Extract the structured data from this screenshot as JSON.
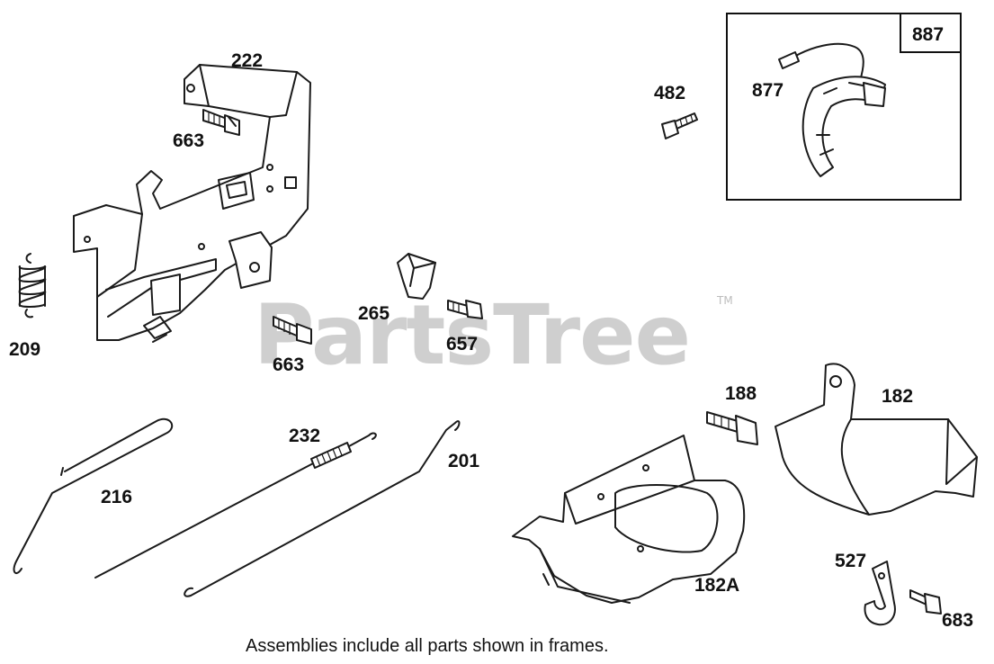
{
  "watermark": {
    "text": "PartsTree",
    "trademark": "TM"
  },
  "frame": {
    "label": "887"
  },
  "callouts": {
    "c222": "222",
    "c663a": "663",
    "c663b": "663",
    "c209": "209",
    "c265": "265",
    "c657": "657",
    "c482": "482",
    "c877": "877",
    "c188": "188",
    "c182": "182",
    "c182a": "182A",
    "c527": "527",
    "c683": "683",
    "c232": "232",
    "c201": "201",
    "c216": "216"
  },
  "caption": "Assemblies include all parts shown in frames."
}
